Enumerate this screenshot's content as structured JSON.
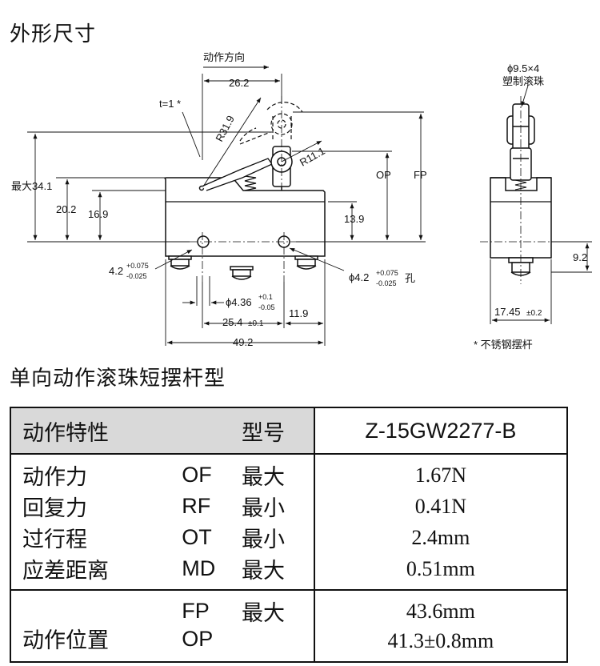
{
  "headings": {
    "dimensions": "外形尺寸",
    "type": "单向动作滚珠短摆杆型"
  },
  "drawing": {
    "labels": {
      "direction": "动作方向",
      "d_26_2": "26.2",
      "t1": "t=1 *",
      "r31_9": "R31.9",
      "r11_1": "R11.1",
      "op": "OP",
      "fp": "FP",
      "max34": "最大34.1",
      "d_20_2": "20.2",
      "d_16_9": "16.9",
      "d_13_9": "13.9",
      "hole_left_main": "4.2",
      "hole_left_plus": "+0.075",
      "hole_left_minus": "-0.025",
      "hole_right_main": "ϕ4.2",
      "hole_right_plus": "+0.075",
      "hole_right_minus": "-0.025",
      "hole_right_suffix": "孔",
      "d_436_main": "ϕ4.36",
      "d_436_plus": "+0.1",
      "d_436_minus": "-0.05",
      "d_254": "25.4",
      "d_254_tol": "±0.1",
      "d_11_9": "11.9",
      "d_49_2": "49.2",
      "roller_spec": "ϕ9.5×4",
      "roller_name": "塑制滚珠",
      "d_9_2": "9.2",
      "d_17_45": "17.45",
      "d_17_45_tol": "±0.2",
      "note": "* 不锈钢摆杆"
    }
  },
  "table": {
    "header": {
      "characteristic": "动作特性",
      "model_label": "型号",
      "model": "Z-15GW2277-B"
    },
    "rows": [
      {
        "name": "动作力",
        "abbr": "OF",
        "qual": "最大",
        "value": "1.67N"
      },
      {
        "name": "回复力",
        "abbr": "RF",
        "qual": "最小",
        "value": "0.41N"
      },
      {
        "name": "过行程",
        "abbr": "OT",
        "qual": "最小",
        "value": "2.4mm"
      },
      {
        "name": "应差距离",
        "abbr": "MD",
        "qual": "最大",
        "value": "0.51mm"
      }
    ],
    "position": {
      "name": "动作位置",
      "fp_abbr": "FP",
      "fp_qual": "最大",
      "fp_value": "43.6mm",
      "op_abbr": "OP",
      "op_value": "41.3±0.8mm"
    }
  }
}
